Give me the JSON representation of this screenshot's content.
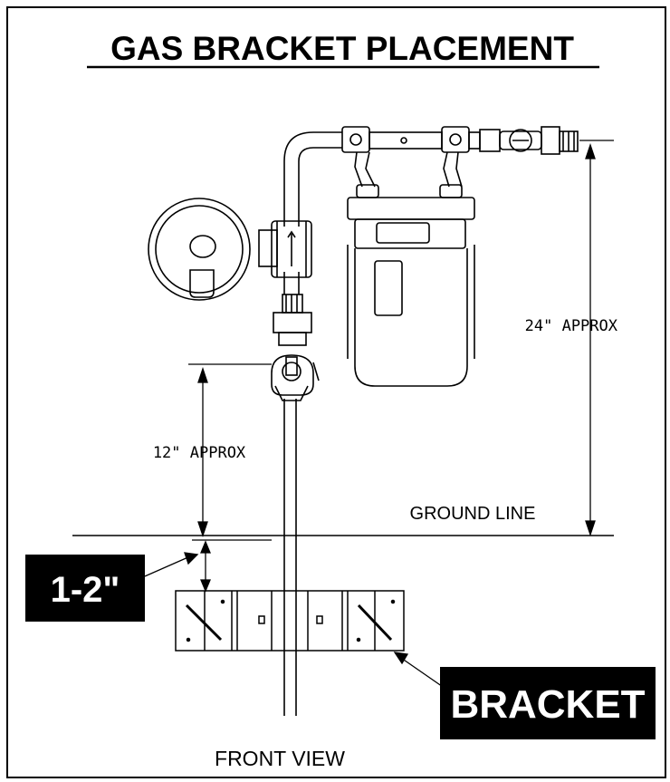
{
  "title": "GAS BRACKET PLACEMENT",
  "dimensions": {
    "upper_height": "24\" APPROX",
    "lower_height": "12\" APPROX",
    "ground_line": "GROUND LINE",
    "bracket_depth": "1-2\""
  },
  "callouts": {
    "bracket": "BRACKET"
  },
  "view_label": "FRONT VIEW",
  "colors": {
    "line": "#000000",
    "callout_bg": "#000000",
    "callout_text": "#ffffff",
    "background": "#ffffff"
  }
}
